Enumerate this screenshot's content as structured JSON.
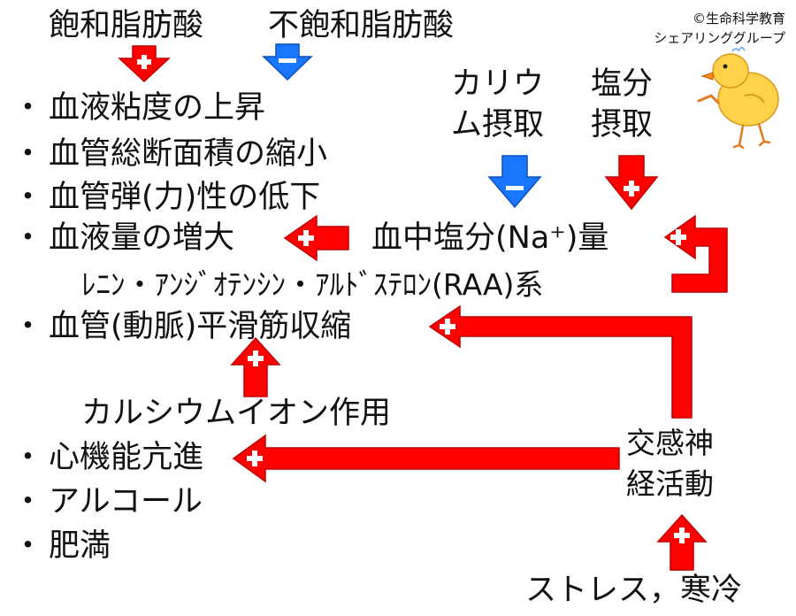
{
  "copyright": {
    "line1": "©生命科学教育",
    "line2": "シェアリンググループ"
  },
  "top": {
    "saturated_fat": "飽和脂肪酸",
    "unsaturated_fat": "不飽和脂肪酸"
  },
  "intake": {
    "potassium_line1": "カリウ",
    "potassium_line2": "ム摂取",
    "salt_line1": "塩分",
    "salt_line2": "摂取"
  },
  "factors": {
    "bullet": "・",
    "blood_viscosity": "血液粘度の上昇",
    "vessel_area": "血管総断面積の縮小",
    "vessel_elasticity": "血管弾(力)性の低下",
    "blood_volume": "血液量の増大",
    "smooth_muscle": "血管(動脈)平滑筋収縮",
    "cardiac": "心機能亢進",
    "alcohol": "アルコール",
    "obesity": "肥満"
  },
  "nodes": {
    "blood_sodium": "血中塩分(Na⁺)量",
    "raa": "ﾚﾆﾝ・ｱﾝｼﾞｵﾃﾝｼﾝ・ｱﾙﾄﾞｽﾃﾛﾝ(RAA)系",
    "calcium": "カルシウムイオン作用",
    "sympathetic_line1": "交感神",
    "sympathetic_line2": "経活動",
    "stress": "ストレス，寒冷"
  },
  "colors": {
    "increase": "#ff0000",
    "decrease": "#1976ff"
  }
}
